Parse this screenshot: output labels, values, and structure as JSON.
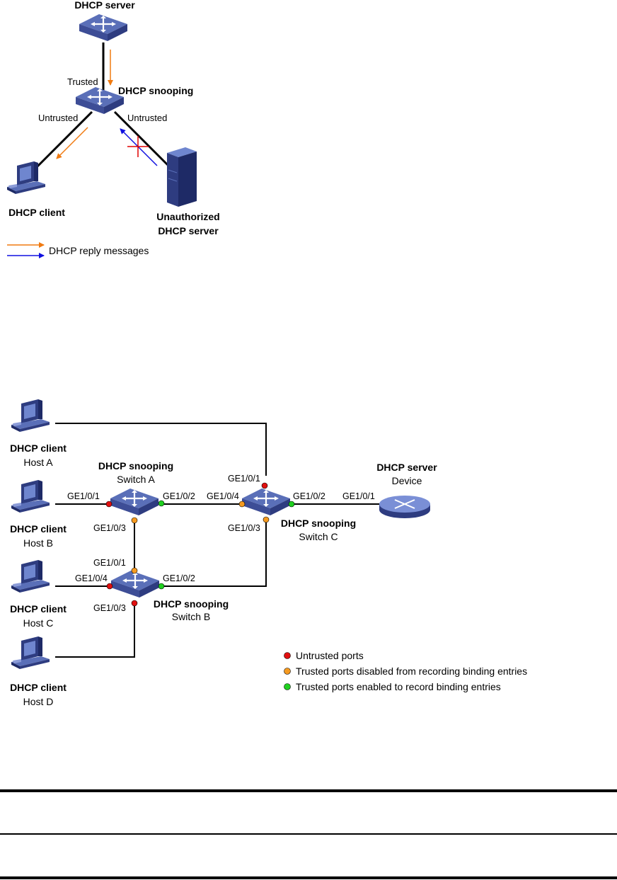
{
  "diagram1": {
    "server_label": "DHCP server",
    "snooping_label": "DHCP snooping",
    "trusted_label": "Trusted",
    "untrusted_left_label": "Untrusted",
    "untrusted_right_label": "Untrusted",
    "client_label": "DHCP client",
    "unauth_line1": "Unauthorized",
    "unauth_line2": "DHCP server",
    "legend_label": "DHCP reply messages",
    "switch_text": "SWITCH",
    "colors": {
      "reply_arrow": "#f07a10",
      "blocked_arrow": "#1010e0",
      "block_mark": "#e00000"
    }
  },
  "diagram2": {
    "hosts": [
      {
        "role": "DHCP client",
        "name": "Host A"
      },
      {
        "role": "DHCP client",
        "name": "Host B"
      },
      {
        "role": "DHCP client",
        "name": "Host C"
      },
      {
        "role": "DHCP client",
        "name": "Host D"
      }
    ],
    "switch_a": {
      "role": "DHCP snooping",
      "name": "Switch A",
      "ports": [
        "GE1/0/1",
        "GE1/0/2",
        "GE1/0/3"
      ]
    },
    "switch_b": {
      "role": "DHCP snooping",
      "name": "Switch B",
      "ports": [
        "GE1/0/1",
        "GE1/0/2",
        "GE1/0/3",
        "GE1/0/4"
      ]
    },
    "switch_c": {
      "role": "DHCP snooping",
      "name": "Switch C",
      "ports": [
        "GE1/0/1",
        "GE1/0/2",
        "GE1/0/3",
        "GE1/0/4"
      ]
    },
    "server": {
      "role": "DHCP server",
      "name": "Device",
      "port": "GE1/0/1"
    },
    "switch_text": "SWITCH",
    "legend": [
      {
        "label": "Untrusted ports",
        "color": "#e01010"
      },
      {
        "label": "Trusted ports disabled from recording binding entries",
        "color": "#f59a20"
      },
      {
        "label": "Trusted ports enabled to record binding entries",
        "color": "#20d020"
      }
    ]
  }
}
